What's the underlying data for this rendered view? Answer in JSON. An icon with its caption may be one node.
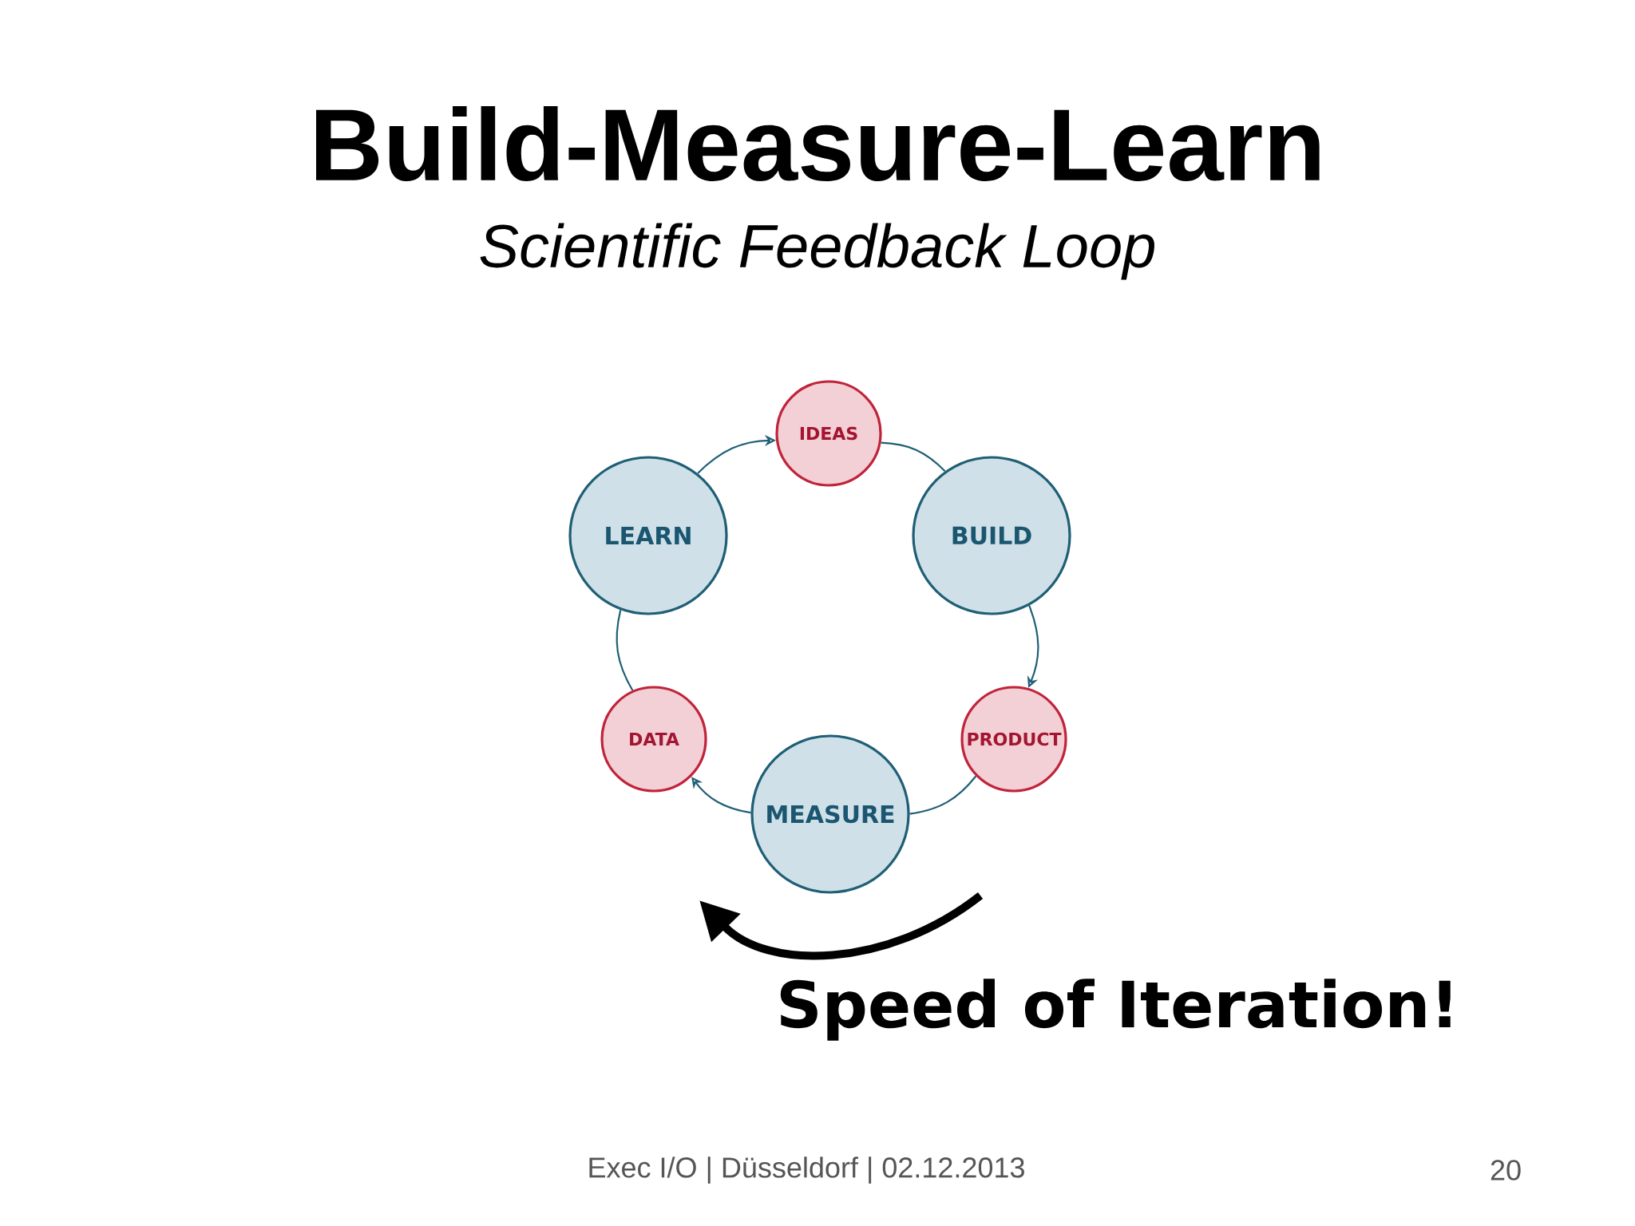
{
  "diagram": {
    "title": "Build-Measure-Learn",
    "nodes": [
      {
        "text": [
          "IDEAS"
        ]
      },
      {
        "text": [
          "BUILD"
        ]
      },
      {
        "text": [
          "PRODUCT"
        ]
      },
      {
        "text": [
          "MEASURE"
        ]
      },
      {
        "text": [
          "DATA"
        ]
      },
      {
        "text": [
          "LEARN"
        ]
      }
    ],
    "edges": [
      {
        "from": 0,
        "to": 1,
        "arrow": "none"
      },
      {
        "from": 1,
        "to": 2,
        "arrow": "to"
      },
      {
        "from": 2,
        "to": 3,
        "arrow": "none"
      },
      {
        "from": 3,
        "to": 4,
        "arrow": "to"
      },
      {
        "from": 4,
        "to": 5,
        "arrow": "none"
      },
      {
        "from": 5,
        "to": 0,
        "arrow": "to"
      }
    ],
    "labels": [
      "Scientific Feedback Loop",
      "Speed of Iteration!",
      "Exec I/O | Düsseldorf | 02.12.2013",
      "20"
    ]
  }
}
